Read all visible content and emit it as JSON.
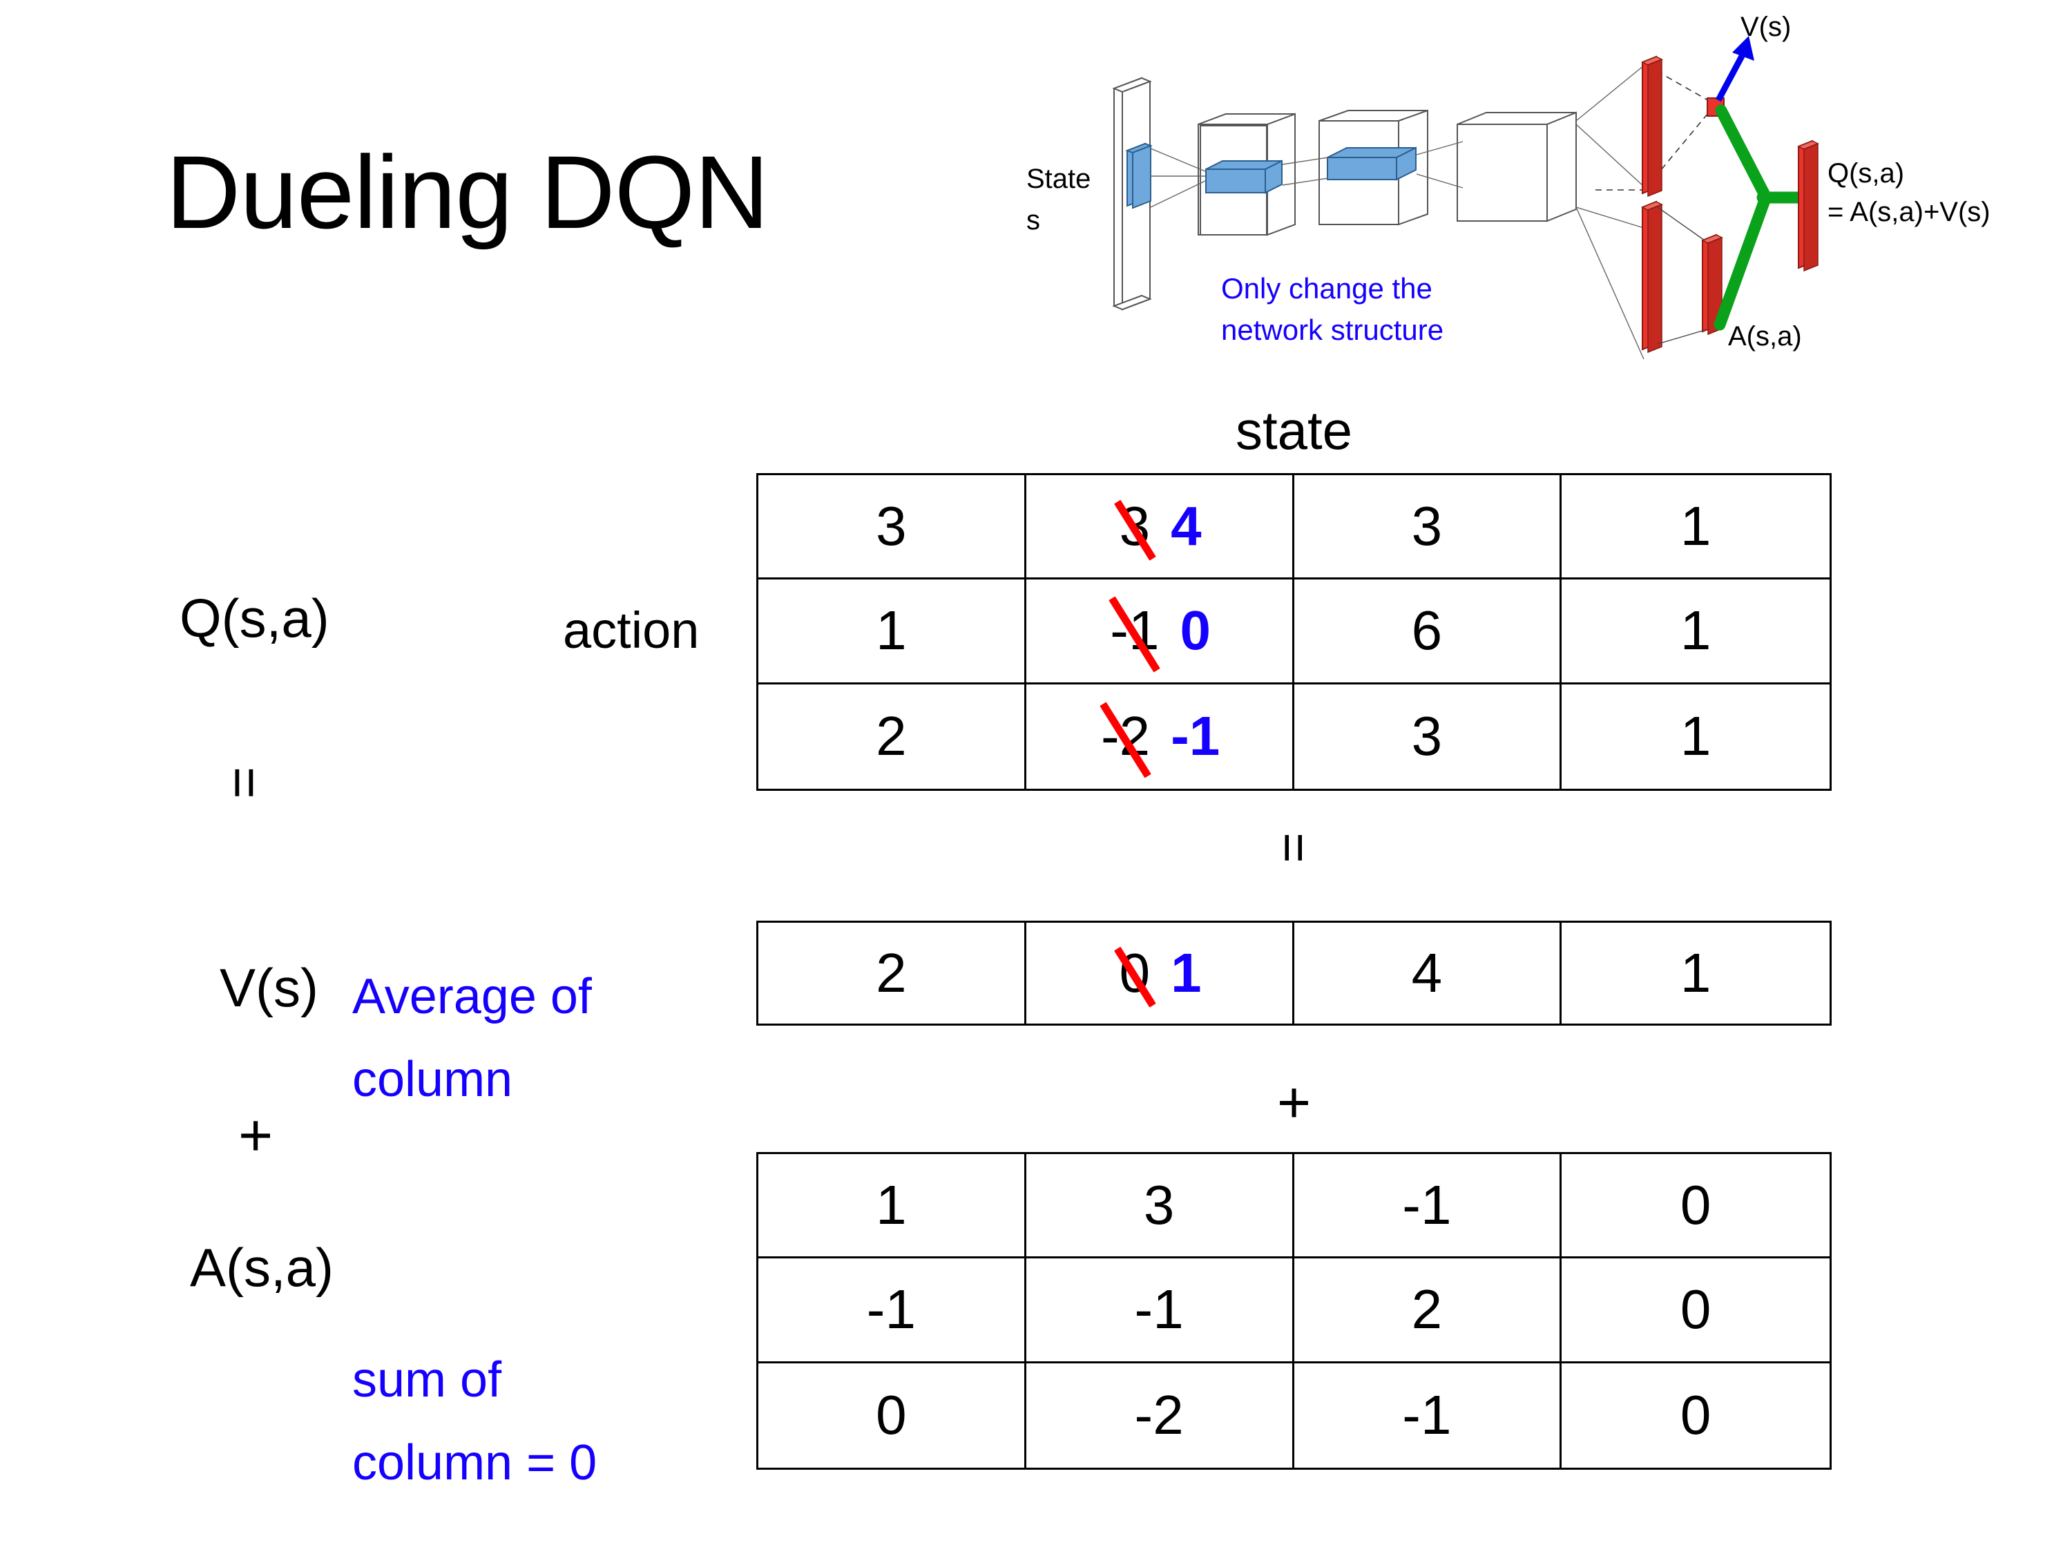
{
  "slide": {
    "title": "Dueling DQN",
    "background": "#ffffff"
  },
  "colors": {
    "text": "#000000",
    "annotation_blue": "#1500ff",
    "strike_red": "#ff0000",
    "diagram_red": "#e8342a",
    "diagram_green": "#0aa21a",
    "diagram_blue_fill": "#6fa8dc",
    "arrow_blue": "#0000ee"
  },
  "diagram": {
    "input_label_line1": "State",
    "input_label_line2": "s",
    "note_line1": "Only change the",
    "note_line2": "network structure",
    "value_head_label": "V(s)",
    "advantage_head_label": "A(s,a)",
    "output_label_line1": "Q(s,a)",
    "output_label_line2": "= A(s,a)+V(s)"
  },
  "labels": {
    "state_header": "state",
    "action_header": "action",
    "q_label": "Q(s,a)",
    "v_label": "V(s)",
    "a_label": "A(s,a)",
    "equals_left": "=",
    "plus_left": "+",
    "equals_mid": "=",
    "plus_mid": "+",
    "v_note_line1": "Average of",
    "v_note_line2": "column",
    "a_note_line1": "sum of",
    "a_note_line2": "column = 0"
  },
  "chart_data": {
    "type": "table",
    "title": "Dueling DQN: Q(s,a) = V(s) + A(s,a)",
    "axis_headers": {
      "columns": "state",
      "rows": "action"
    },
    "tables": [
      {
        "name": "Q(s,a)",
        "rows": 3,
        "cols": 4,
        "values": [
          [
            "3",
            "3",
            "3",
            "1"
          ],
          [
            "1",
            "-1",
            "6",
            "1"
          ],
          [
            "2",
            "-2",
            "3",
            "1"
          ]
        ],
        "edits": [
          {
            "row": 0,
            "col": 1,
            "old": "3",
            "new": "4"
          },
          {
            "row": 1,
            "col": 1,
            "old": "-1",
            "new": "0"
          },
          {
            "row": 2,
            "col": 1,
            "old": "-2",
            "new": "-1"
          }
        ]
      },
      {
        "name": "V(s)",
        "rows": 1,
        "cols": 4,
        "values": [
          [
            "2",
            "0",
            "4",
            "1"
          ]
        ],
        "edits": [
          {
            "row": 0,
            "col": 1,
            "old": "0",
            "new": "1"
          }
        ]
      },
      {
        "name": "A(s,a)",
        "rows": 3,
        "cols": 4,
        "values": [
          [
            "1",
            "3",
            "-1",
            "0"
          ],
          [
            "-1",
            "-1",
            "2",
            "0"
          ],
          [
            "0",
            "-2",
            "-1",
            "0"
          ]
        ],
        "edits": []
      }
    ]
  }
}
